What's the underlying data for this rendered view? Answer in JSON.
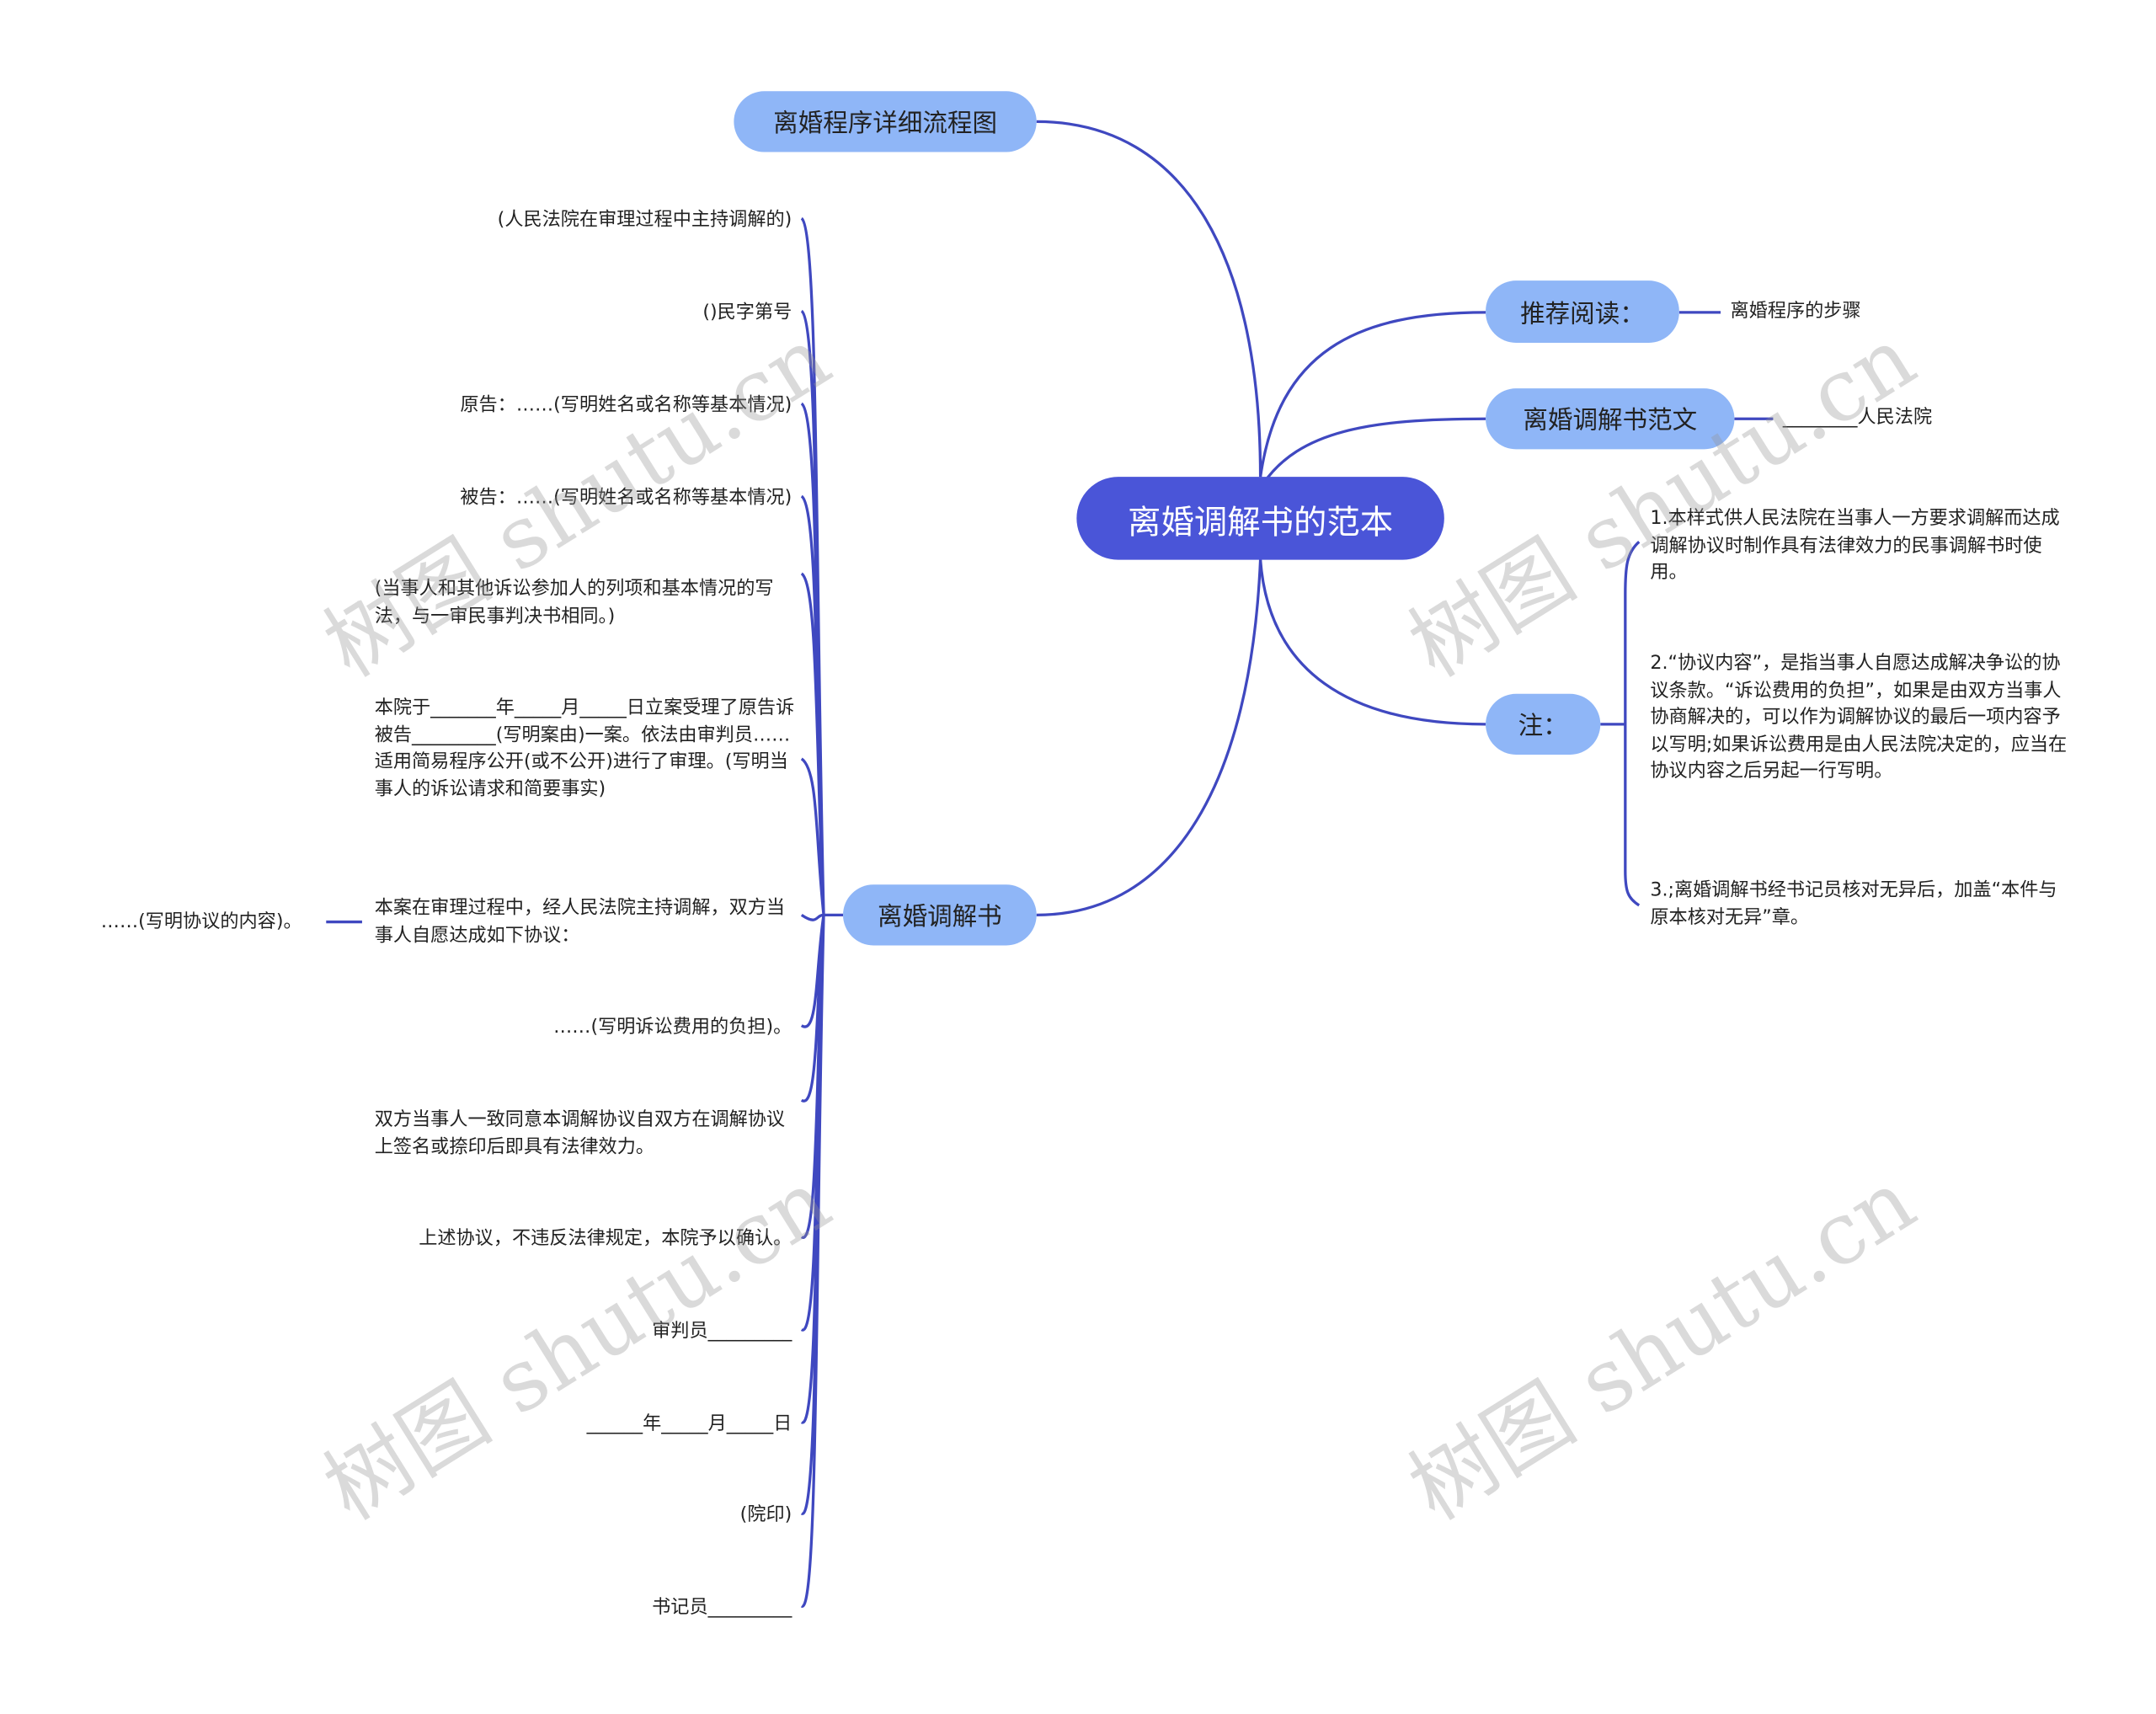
{
  "root": "离婚调解书的范本",
  "branches": {
    "flowchart": "离婚程序详细流程图",
    "reading": {
      "label": "推荐阅读：",
      "child": "离婚程序的步骤"
    },
    "sample": {
      "label": "离婚调解书范文",
      "child": "________人民法院"
    },
    "notes": {
      "label": "注：",
      "items": [
        "1.本样式供人民法院在当事人一方要求调解而达成调解协议时制作具有法律效力的民事调解书时使用。",
        "2.“协议内容”，是指当事人自愿达成解决争讼的协议条款。“诉讼费用的负担”，如果是由双方当事人协商解决的，可以作为调解协议的最后一项内容予以写明;如果诉讼费用是由人民法院决定的，应当在协议内容之后另起一行写明。",
        "3.;离婚调解书经书记员核对无异后，加盖“本件与原本核对无异”章。"
      ]
    },
    "document": {
      "label": "离婚调解书",
      "items": [
        "(人民法院在审理过程中主持调解的)",
        "()民字第号",
        "原告：……(写明姓名或名称等基本情况)",
        "被告：……(写明姓名或名称等基本情况)",
        "(当事人和其他诉讼参加人的列项和基本情况的写法，与一审民事判决书相同。)",
        "本院于_______年_____月_____日立案受理了原告诉被告_________(写明案由)一案。依法由审判员……适用简易程序公开(或不公开)进行了审理。(写明当事人的诉讼请求和简要事实)",
        "本案在审理过程中，经人民法院主持调解，双方当事人自愿达成如下协议：",
        "……(写明诉讼费用的负担)。",
        "双方当事人一致同意本调解协议自双方在调解协议上签名或捺印后即具有法律效力。",
        "上述协议，不违反法律规定，本院予以确认。",
        "审判员_________",
        "______年_____月_____日",
        "(院印)",
        "书记员_________"
      ],
      "sub_item": "……(写明协议的内容)。"
    }
  },
  "watermark": "树图 shutu.cn",
  "colors": {
    "root": "#4a55d8",
    "node": "#8fb6f7",
    "edge": "#3f48c0"
  }
}
